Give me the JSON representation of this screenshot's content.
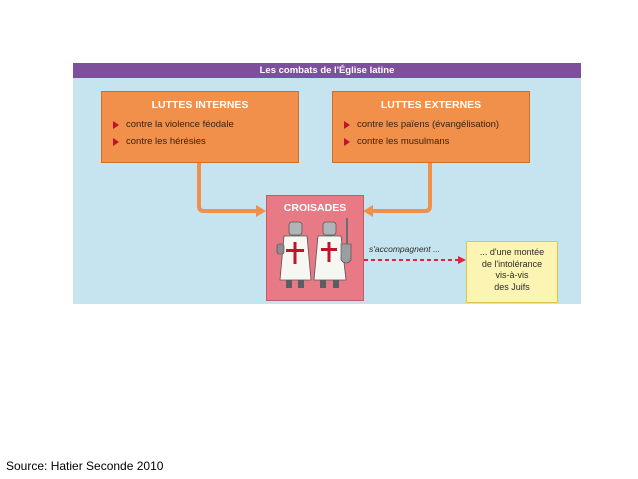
{
  "diagram": {
    "title": "Les combats de l'Église latine",
    "internal": {
      "heading": "LUTTES INTERNES",
      "items": [
        "contre la violence féodale",
        "contre les hérésies"
      ]
    },
    "external": {
      "heading": "LUTTES EXTERNES",
      "items": [
        "contre les païens (évangélisation)",
        "contre les musulmans"
      ]
    },
    "center": {
      "heading": "CROISADES"
    },
    "link_label": "s'accompagnent ...",
    "result_lines": [
      "... d'une montée",
      "de l'intolérance",
      "vis-à-vis",
      "des Juifs"
    ]
  },
  "caption": "Source: Hatier Seconde 2010",
  "colors": {
    "title_bar": "#7d4f9d",
    "background": "#c5e4ef",
    "orange_box": "#f0904a",
    "pink_box": "#e87a86",
    "yellow_box": "#fbf4b2",
    "arrow": "#f0904a",
    "dashed_arrow": "#e0243c",
    "bullet": "#c0142c"
  }
}
